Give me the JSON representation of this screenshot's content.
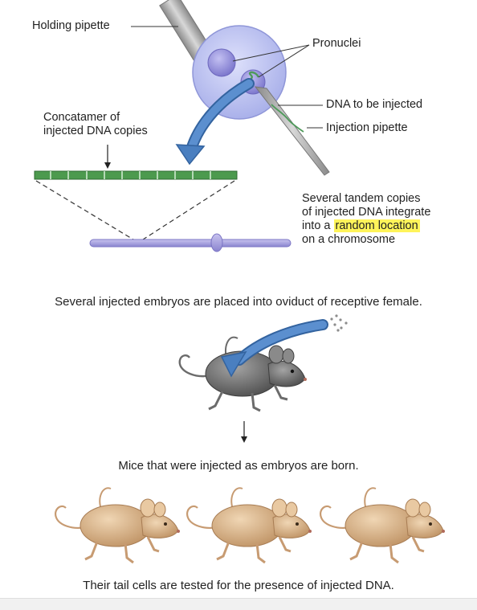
{
  "labels": {
    "holding_pipette": "Holding pipette",
    "pronuclei": "Pronuclei",
    "dna_to_be_injected": "DNA to be injected",
    "injection_pipette": "Injection pipette",
    "concatamer_line1": "Concatamer of",
    "concatamer_line2": "injected DNA copies",
    "integrate_line1": "Several tandem copies",
    "integrate_line2": "of injected DNA integrate",
    "integrate_line3_prefix": "into a ",
    "integrate_line3_highlight": "random location",
    "integrate_line4": "on a chromosome"
  },
  "captions": {
    "step_oviduct": "Several injected embryos are placed into oviduct of receptive female.",
    "step_born": "Mice that were injected as embryos are born.",
    "step_tested": "Their tail cells are tested for the presence of injected DNA."
  },
  "colors": {
    "egg": "#bcc2ee",
    "pronucleus": "#8e8ad9",
    "dna_strand": "#4e9a5a",
    "arrow": "#3f72b5",
    "chromosome": "#9c95d6",
    "pipette": "#a0a0a0",
    "female_mouse": "#6b6b6b",
    "pup_mouse": "#d5b289",
    "highlight": "#fff45a"
  },
  "icons": [
    "holding-pipette",
    "injection-pipette",
    "mouse-gray",
    "mouse-tan"
  ]
}
